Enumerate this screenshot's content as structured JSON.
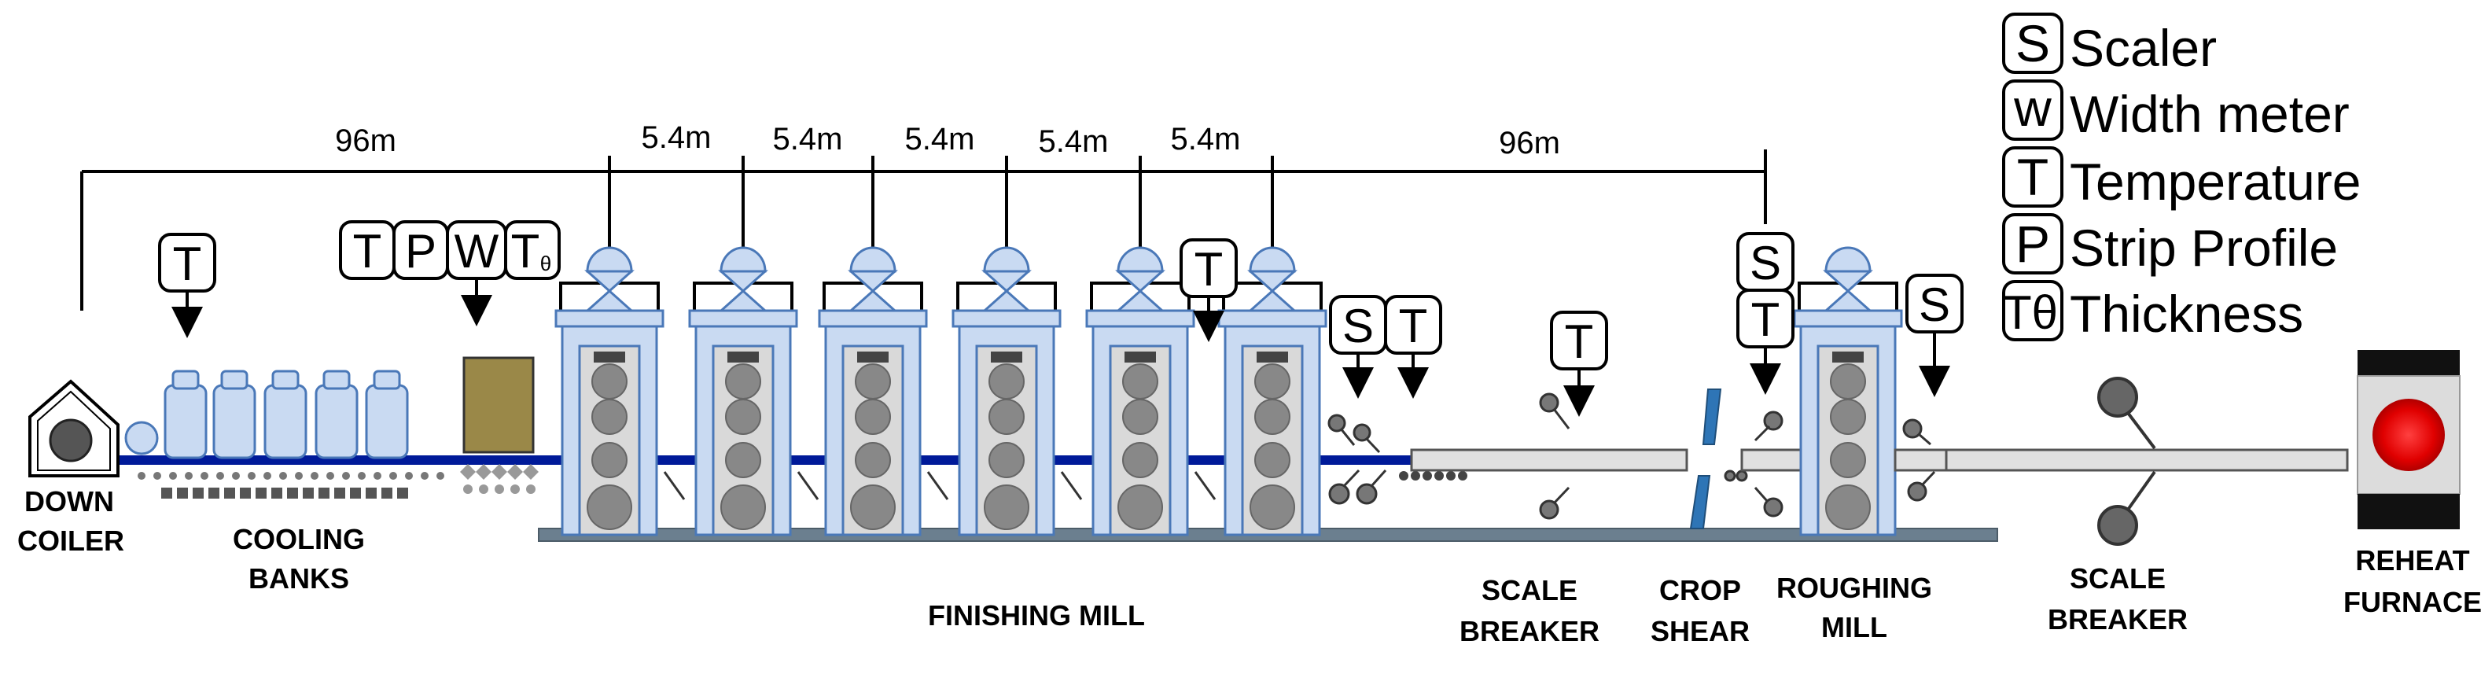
{
  "legend": [
    {
      "symbol": "S",
      "label": "Scaler"
    },
    {
      "symbol": "w",
      "label": "Width meter"
    },
    {
      "symbol": "T",
      "label": "Temperature"
    },
    {
      "symbol": "P",
      "label": "Strip Profile"
    },
    {
      "symbol": "Tθ",
      "label": "Thickness"
    }
  ],
  "dimensions": {
    "run_out": "96m",
    "stand_gaps": [
      "5.4m",
      "5.4m",
      "5.4m",
      "5.4m",
      "5.4m"
    ],
    "delay_table": "96m"
  },
  "sensors": {
    "T": "T",
    "P": "P",
    "W": "W",
    "S": "S",
    "Tθ": "T",
    "theta": "θ"
  },
  "labels": {
    "down_coiler": [
      "DOWN",
      "COILER"
    ],
    "cooling_banks": [
      "COOLING",
      "BANKS"
    ],
    "finishing_mill": "FINISHING MILL",
    "scale_breaker_1": [
      "SCALE",
      "BREAKER"
    ],
    "crop_shear": [
      "CROP",
      "SHEAR"
    ],
    "roughing_mill": [
      "ROUGHING",
      "MILL"
    ],
    "scale_breaker_2": [
      "SCALE",
      "BREAKER"
    ],
    "reheat_furnace": [
      "REHEAT",
      "FURNACE"
    ]
  },
  "colors": {
    "strip": "#001a99",
    "stand_fill": "#c9daf2",
    "stand_stroke": "#4a78b8",
    "roll": "#888888",
    "base": "#6b7f8f",
    "furnace_core": "#e00000",
    "box_fill": "#9a8848",
    "shear": "#2e75b6"
  }
}
